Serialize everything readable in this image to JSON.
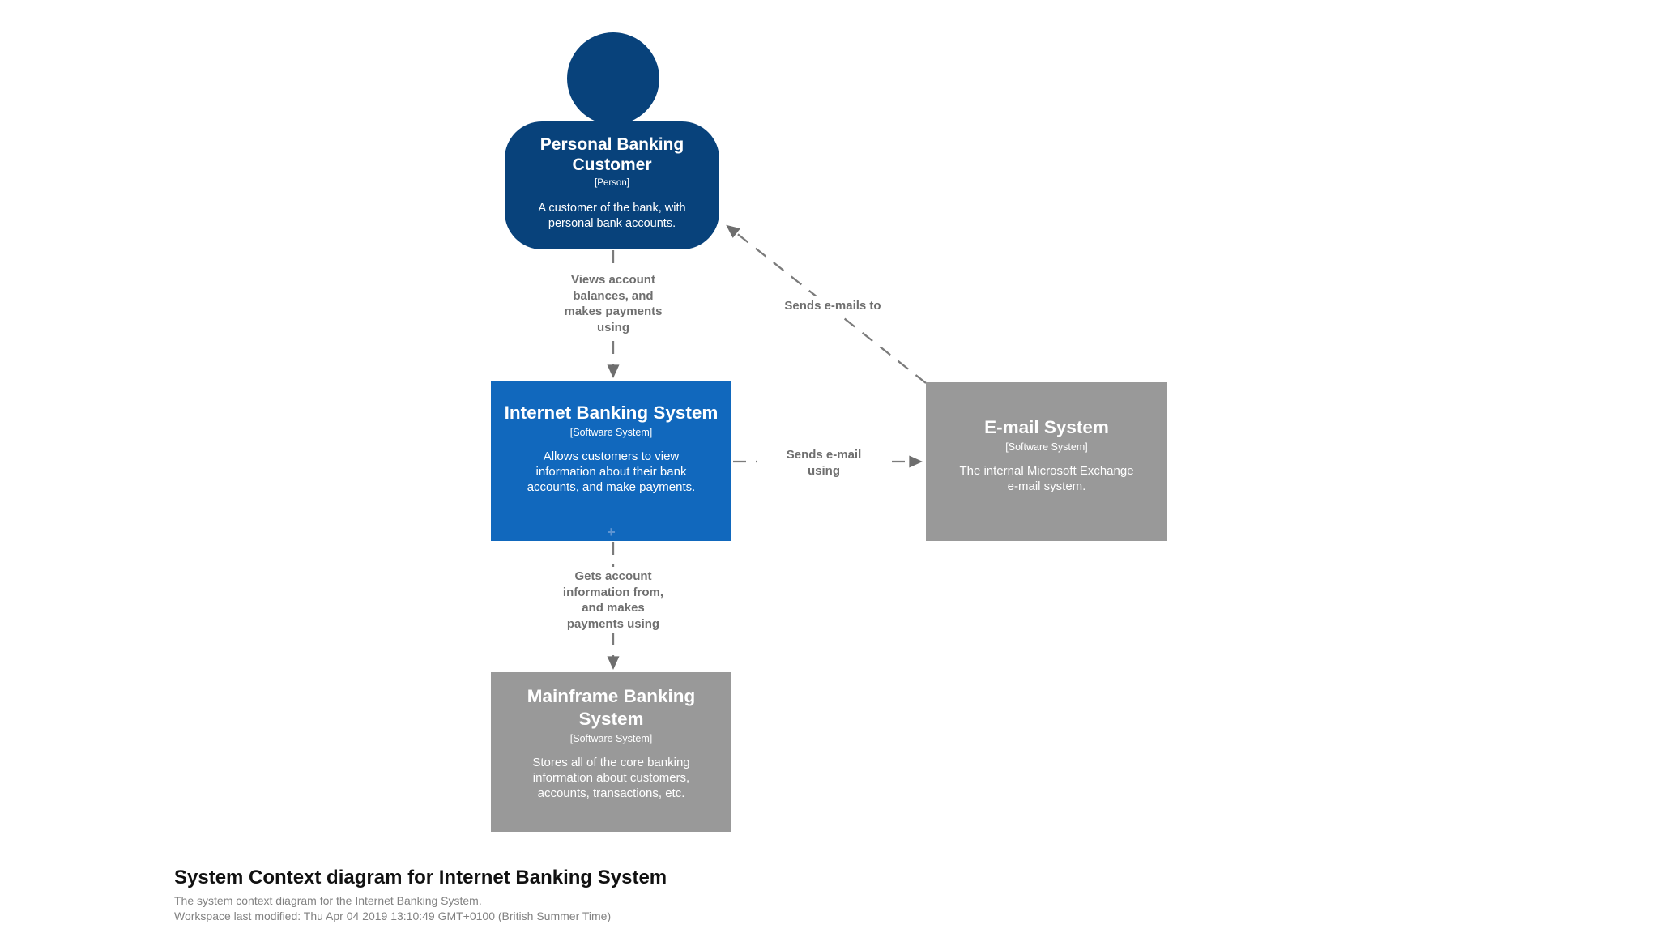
{
  "diagram": {
    "kind": "system-context",
    "tool_style": "structurizr"
  },
  "colors": {
    "person_background": "#08427b",
    "internal_system_background": "#1168bd",
    "external_system_background": "#999999",
    "relationship": "#707070",
    "title_text": "#111111",
    "subtitle_text": "#828282"
  },
  "nodes": {
    "person": {
      "name": [
        "Personal Banking",
        "Customer"
      ],
      "meta": "[Person]",
      "description": [
        "A customer of the bank, with",
        "personal bank accounts."
      ]
    },
    "internet_banking": {
      "name": "Internet Banking System",
      "meta": "[Software System]",
      "description": [
        "Allows customers to view",
        "information about their bank",
        "accounts, and make payments."
      ],
      "expand_icon": "+"
    },
    "email": {
      "name": "E-mail System",
      "meta": "[Software System]",
      "description": [
        "The internal Microsoft Exchange",
        "e-mail system."
      ]
    },
    "mainframe": {
      "name": [
        "Mainframe Banking",
        "System"
      ],
      "meta": "[Software System]",
      "description": [
        "Stores all of the core banking",
        "information about customers,",
        "accounts, transactions, etc."
      ]
    }
  },
  "relationships": {
    "views_account": {
      "label": [
        "Views account",
        "balances, and",
        "makes payments",
        "using"
      ]
    },
    "sends_emails_to": {
      "label": [
        "Sends e-mails to"
      ]
    },
    "sends_email_using": {
      "label": [
        "Sends e-mail",
        "using"
      ]
    },
    "gets_account": {
      "label": [
        "Gets account",
        "information from,",
        "and makes",
        "payments using"
      ]
    }
  },
  "footer": {
    "title": "System Context diagram for Internet Banking System",
    "subtitle": "The system context diagram for the Internet Banking System.",
    "modified": "Workspace last modified: Thu Apr 04 2019 13:10:49 GMT+0100 (British Summer Time)"
  }
}
